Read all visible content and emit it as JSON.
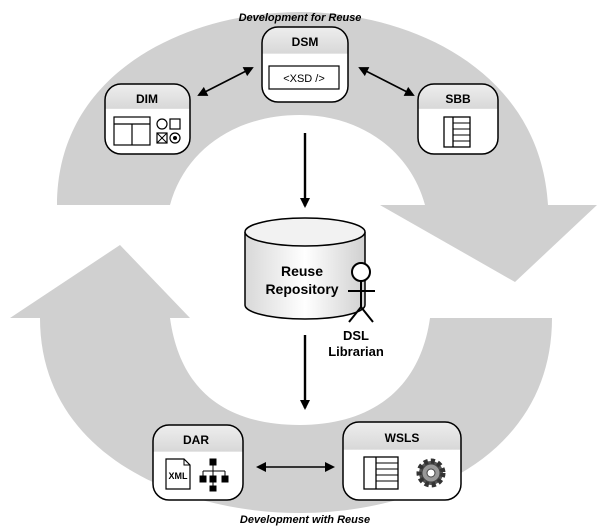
{
  "captions": {
    "top": "Development for Reuse",
    "bottom": "Development with Reuse"
  },
  "nodes": {
    "dsm": {
      "label": "DSM",
      "content": "<XSD />"
    },
    "dim": {
      "label": "DIM"
    },
    "sbb": {
      "label": "SBB"
    },
    "dar": {
      "label": "DAR",
      "badge": "XML"
    },
    "wsls": {
      "label": "WSLS"
    }
  },
  "repository": {
    "line1": "Reuse",
    "line2": "Repository"
  },
  "librarian": {
    "line1": "DSL",
    "line2": "Librarian"
  },
  "colors": {
    "cycle_arrow": "#d0d0d0",
    "box_grad_top": "#e9e9e9",
    "stroke": "#000000"
  },
  "icons": [
    "layout-icon",
    "shapes-icon",
    "list-panel-icon",
    "org-chart-icon",
    "gear-icon",
    "stick-figure-icon"
  ]
}
